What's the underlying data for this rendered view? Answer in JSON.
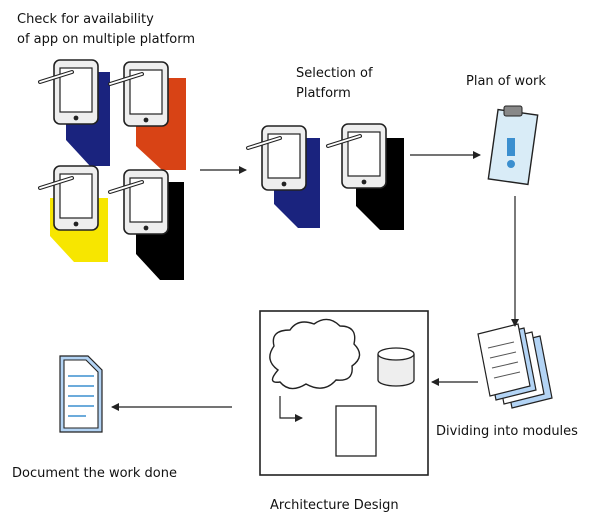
{
  "labels": {
    "check_line1": "Check for availability",
    "check_line2": "of app on multiple platform",
    "selection_line1": "Selection of",
    "selection_line2": "Platform",
    "plan": "Plan of work",
    "dividing": "Dividing into modules",
    "architecture": "Architecture Design",
    "document": "Document the work done"
  },
  "colors": {
    "navy": "#1a237e",
    "red": "#d84315",
    "yellow": "#f7e600",
    "black": "#000000",
    "tablet_fill": "#eeeeee",
    "screen_fill": "#ffffff",
    "doc_blue": "#b3d4f5",
    "clip_fill": "#d9ecf7",
    "stroke": "#222222"
  },
  "icons": {
    "tablet": "tablet-icon",
    "clipboard": "clipboard-icon",
    "documents": "document-stack-icon",
    "cloud": "cloud-icon",
    "database": "database-icon",
    "page": "page-icon",
    "report": "report-document-icon"
  }
}
